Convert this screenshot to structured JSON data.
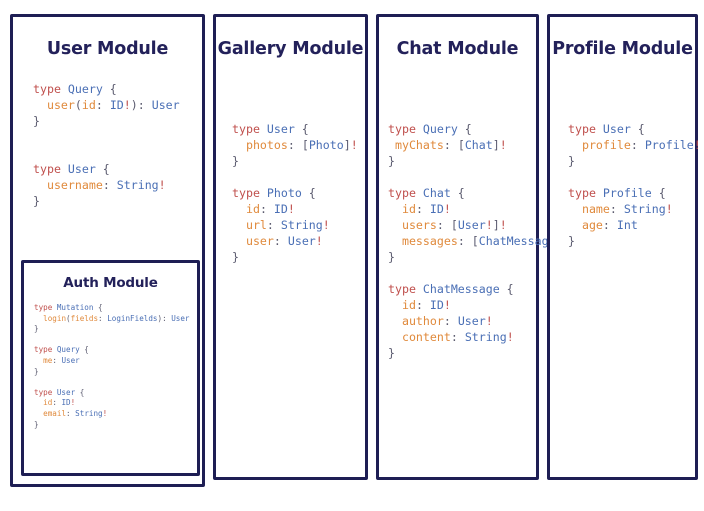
{
  "board": {
    "background": "#ffffff",
    "border_color": "#1e1e54",
    "title_color": "#23215a"
  },
  "syntax_colors": {
    "keyword": "#c0504d",
    "type_name": "#4a6fb5",
    "field_name": "#e08a3c",
    "punctuation": "#5c5c70",
    "non_null_bang": "#c0504d"
  },
  "modules": [
    {
      "id": "user",
      "title": "User Module",
      "code_lines": [
        [
          {
            "t": "type ",
            "c": "kw"
          },
          {
            "t": "Query",
            "c": "type"
          },
          {
            "t": " {",
            "c": "punc"
          }
        ],
        [
          {
            "t": "  ",
            "c": "punc"
          },
          {
            "t": "user",
            "c": "field"
          },
          {
            "t": "(",
            "c": "punc"
          },
          {
            "t": "id",
            "c": "field"
          },
          {
            "t": ": ",
            "c": "punc"
          },
          {
            "t": "ID",
            "c": "type"
          },
          {
            "t": "!",
            "c": "bang"
          },
          {
            "t": ")",
            "c": "punc"
          },
          {
            "t": ": ",
            "c": "punc"
          },
          {
            "t": "User",
            "c": "type"
          }
        ],
        [
          {
            "t": "}",
            "c": "punc"
          }
        ],
        [],
        [],
        [
          {
            "t": "type ",
            "c": "kw"
          },
          {
            "t": "User",
            "c": "type"
          },
          {
            "t": " {",
            "c": "punc"
          }
        ],
        [
          {
            "t": "  ",
            "c": "punc"
          },
          {
            "t": "username",
            "c": "field"
          },
          {
            "t": ": ",
            "c": "punc"
          },
          {
            "t": "String",
            "c": "type"
          },
          {
            "t": "!",
            "c": "bang"
          }
        ],
        [
          {
            "t": "}",
            "c": "punc"
          }
        ]
      ],
      "nested": {
        "id": "auth",
        "title": "Auth Module",
        "code_lines": [
          [
            {
              "t": "type ",
              "c": "kw"
            },
            {
              "t": "Mutation",
              "c": "type"
            },
            {
              "t": " {",
              "c": "punc"
            }
          ],
          [
            {
              "t": "  ",
              "c": "punc"
            },
            {
              "t": "login",
              "c": "field"
            },
            {
              "t": "(",
              "c": "punc"
            },
            {
              "t": "fields",
              "c": "field"
            },
            {
              "t": ": ",
              "c": "punc"
            },
            {
              "t": "LoginFields",
              "c": "type"
            },
            {
              "t": ")",
              "c": "punc"
            },
            {
              "t": ": ",
              "c": "punc"
            },
            {
              "t": "User",
              "c": "type"
            }
          ],
          [
            {
              "t": "}",
              "c": "punc"
            }
          ],
          [],
          [
            {
              "t": "type ",
              "c": "kw"
            },
            {
              "t": "Query",
              "c": "type"
            },
            {
              "t": " {",
              "c": "punc"
            }
          ],
          [
            {
              "t": "  ",
              "c": "punc"
            },
            {
              "t": "me",
              "c": "field"
            },
            {
              "t": ": ",
              "c": "punc"
            },
            {
              "t": "User",
              "c": "type"
            }
          ],
          [
            {
              "t": "}",
              "c": "punc"
            }
          ],
          [],
          [
            {
              "t": "type ",
              "c": "kw"
            },
            {
              "t": "User",
              "c": "type"
            },
            {
              "t": " {",
              "c": "punc"
            }
          ],
          [
            {
              "t": "  ",
              "c": "punc"
            },
            {
              "t": "id",
              "c": "field"
            },
            {
              "t": ": ",
              "c": "punc"
            },
            {
              "t": "ID",
              "c": "type"
            },
            {
              "t": "!",
              "c": "bang"
            }
          ],
          [
            {
              "t": "  ",
              "c": "punc"
            },
            {
              "t": "email",
              "c": "field"
            },
            {
              "t": ": ",
              "c": "punc"
            },
            {
              "t": "String",
              "c": "type"
            },
            {
              "t": "!",
              "c": "bang"
            }
          ],
          [
            {
              "t": "}",
              "c": "punc"
            }
          ]
        ]
      }
    },
    {
      "id": "gallery",
      "title": "Gallery Module",
      "code_lines": [
        [
          {
            "t": "type ",
            "c": "kw"
          },
          {
            "t": "User",
            "c": "type"
          },
          {
            "t": " {",
            "c": "punc"
          }
        ],
        [
          {
            "t": "  ",
            "c": "punc"
          },
          {
            "t": "photos",
            "c": "field"
          },
          {
            "t": ": ",
            "c": "punc"
          },
          {
            "t": "[",
            "c": "punc"
          },
          {
            "t": "Photo",
            "c": "type"
          },
          {
            "t": "]",
            "c": "punc"
          },
          {
            "t": "!",
            "c": "bang"
          }
        ],
        [
          {
            "t": "}",
            "c": "punc"
          }
        ],
        [],
        [
          {
            "t": "type ",
            "c": "kw"
          },
          {
            "t": "Photo",
            "c": "type"
          },
          {
            "t": " {",
            "c": "punc"
          }
        ],
        [
          {
            "t": "  ",
            "c": "punc"
          },
          {
            "t": "id",
            "c": "field"
          },
          {
            "t": ": ",
            "c": "punc"
          },
          {
            "t": "ID",
            "c": "type"
          },
          {
            "t": "!",
            "c": "bang"
          }
        ],
        [
          {
            "t": "  ",
            "c": "punc"
          },
          {
            "t": "url",
            "c": "field"
          },
          {
            "t": ": ",
            "c": "punc"
          },
          {
            "t": "String",
            "c": "type"
          },
          {
            "t": "!",
            "c": "bang"
          }
        ],
        [
          {
            "t": "  ",
            "c": "punc"
          },
          {
            "t": "user",
            "c": "field"
          },
          {
            "t": ": ",
            "c": "punc"
          },
          {
            "t": "User",
            "c": "type"
          },
          {
            "t": "!",
            "c": "bang"
          }
        ],
        [
          {
            "t": "}",
            "c": "punc"
          }
        ]
      ]
    },
    {
      "id": "chat",
      "title": "Chat Module",
      "code_lines": [
        [
          {
            "t": "type ",
            "c": "kw"
          },
          {
            "t": "Query",
            "c": "type"
          },
          {
            "t": " {",
            "c": "punc"
          }
        ],
        [
          {
            "t": " ",
            "c": "punc"
          },
          {
            "t": "myChats",
            "c": "field"
          },
          {
            "t": ": ",
            "c": "punc"
          },
          {
            "t": "[",
            "c": "punc"
          },
          {
            "t": "Chat",
            "c": "type"
          },
          {
            "t": "]",
            "c": "punc"
          },
          {
            "t": "!",
            "c": "bang"
          }
        ],
        [
          {
            "t": "}",
            "c": "punc"
          }
        ],
        [],
        [
          {
            "t": "type ",
            "c": "kw"
          },
          {
            "t": "Chat",
            "c": "type"
          },
          {
            "t": " {",
            "c": "punc"
          }
        ],
        [
          {
            "t": "  ",
            "c": "punc"
          },
          {
            "t": "id",
            "c": "field"
          },
          {
            "t": ": ",
            "c": "punc"
          },
          {
            "t": "ID",
            "c": "type"
          },
          {
            "t": "!",
            "c": "bang"
          }
        ],
        [
          {
            "t": "  ",
            "c": "punc"
          },
          {
            "t": "users",
            "c": "field"
          },
          {
            "t": ": ",
            "c": "punc"
          },
          {
            "t": "[",
            "c": "punc"
          },
          {
            "t": "User",
            "c": "type"
          },
          {
            "t": "!",
            "c": "bang"
          },
          {
            "t": "]",
            "c": "punc"
          },
          {
            "t": "!",
            "c": "bang"
          }
        ],
        [
          {
            "t": "  ",
            "c": "punc"
          },
          {
            "t": "messages",
            "c": "field"
          },
          {
            "t": ": ",
            "c": "punc"
          },
          {
            "t": "[",
            "c": "punc"
          },
          {
            "t": "ChatMessage",
            "c": "type"
          },
          {
            "t": "]",
            "c": "punc"
          },
          {
            "t": "!",
            "c": "bang"
          }
        ],
        [
          {
            "t": "}",
            "c": "punc"
          }
        ],
        [],
        [
          {
            "t": "type ",
            "c": "kw"
          },
          {
            "t": "ChatMessage",
            "c": "type"
          },
          {
            "t": " {",
            "c": "punc"
          }
        ],
        [
          {
            "t": "  ",
            "c": "punc"
          },
          {
            "t": "id",
            "c": "field"
          },
          {
            "t": ": ",
            "c": "punc"
          },
          {
            "t": "ID",
            "c": "type"
          },
          {
            "t": "!",
            "c": "bang"
          }
        ],
        [
          {
            "t": "  ",
            "c": "punc"
          },
          {
            "t": "author",
            "c": "field"
          },
          {
            "t": ": ",
            "c": "punc"
          },
          {
            "t": "User",
            "c": "type"
          },
          {
            "t": "!",
            "c": "bang"
          }
        ],
        [
          {
            "t": "  ",
            "c": "punc"
          },
          {
            "t": "content",
            "c": "field"
          },
          {
            "t": ": ",
            "c": "punc"
          },
          {
            "t": "String",
            "c": "type"
          },
          {
            "t": "!",
            "c": "bang"
          }
        ],
        [
          {
            "t": "}",
            "c": "punc"
          }
        ]
      ]
    },
    {
      "id": "profile",
      "title": "Profile Module",
      "code_lines": [
        [
          {
            "t": "type ",
            "c": "kw"
          },
          {
            "t": "User",
            "c": "type"
          },
          {
            "t": " {",
            "c": "punc"
          }
        ],
        [
          {
            "t": "  ",
            "c": "punc"
          },
          {
            "t": "profile",
            "c": "field"
          },
          {
            "t": ": ",
            "c": "punc"
          },
          {
            "t": "Profile",
            "c": "type"
          },
          {
            "t": "!",
            "c": "bang"
          }
        ],
        [
          {
            "t": "}",
            "c": "punc"
          }
        ],
        [],
        [
          {
            "t": "type ",
            "c": "kw"
          },
          {
            "t": "Profile",
            "c": "type"
          },
          {
            "t": " {",
            "c": "punc"
          }
        ],
        [
          {
            "t": "  ",
            "c": "punc"
          },
          {
            "t": "name",
            "c": "field"
          },
          {
            "t": ": ",
            "c": "punc"
          },
          {
            "t": "String",
            "c": "type"
          },
          {
            "t": "!",
            "c": "bang"
          }
        ],
        [
          {
            "t": "  ",
            "c": "punc"
          },
          {
            "t": "age",
            "c": "field"
          },
          {
            "t": ": ",
            "c": "punc"
          },
          {
            "t": "Int",
            "c": "type"
          }
        ],
        [
          {
            "t": "}",
            "c": "punc"
          }
        ]
      ]
    }
  ]
}
